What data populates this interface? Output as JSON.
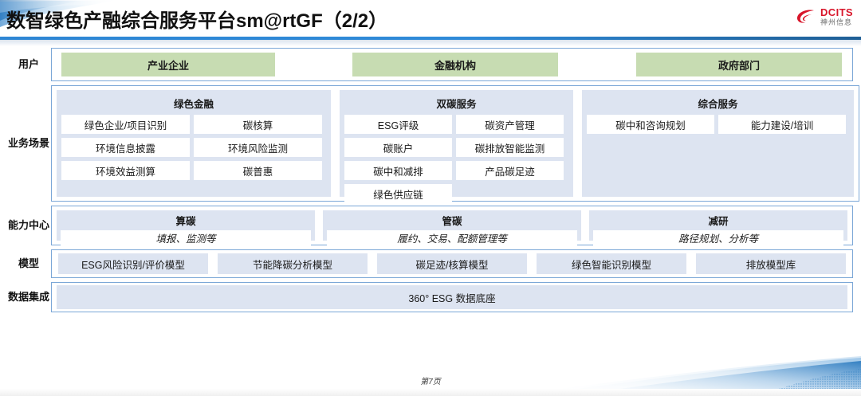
{
  "header": {
    "title": "数智绿色产融综合服务平台sm@rtGF（2/2）",
    "logo_en": "DCITS",
    "logo_cn": "神州信息"
  },
  "colors": {
    "accent_blue": "#2e86d4",
    "panel_blue": "#dde4f1",
    "user_green": "#c7dcb2",
    "border_blue": "#7ba7d7",
    "logo_red": "#d8152a"
  },
  "rows": {
    "user": {
      "label": "用户",
      "boxes": [
        "产业企业",
        "金融机构",
        "政府部门"
      ]
    },
    "scene": {
      "label": "业务场景",
      "groups": [
        {
          "title": "绿色金融",
          "items": [
            "绿色企业/项目识别",
            "碳核算",
            "环境信息披露",
            "环境风险监测",
            "环境效益测算",
            "碳普惠"
          ]
        },
        {
          "title": "双碳服务",
          "items": [
            "ESG评级",
            "碳资产管理",
            "碳账户",
            "碳排放智能监测",
            "碳中和减排",
            "产品碳足迹",
            "绿色供应链"
          ]
        },
        {
          "title": "综合服务",
          "items": [
            "碳中和咨询规划",
            "能力建设/培训"
          ]
        }
      ]
    },
    "capability": {
      "label": "能力中心",
      "items": [
        {
          "title": "算碳",
          "sub": "填报、监测等"
        },
        {
          "title": "管碳",
          "sub": "履约、交易、配额管理等"
        },
        {
          "title": "减研",
          "sub": "路径规划、分析等"
        }
      ]
    },
    "model": {
      "label": "模型",
      "items": [
        "ESG风险识别/评价模型",
        "节能降碳分析模型",
        "碳足迹/核算模型",
        "绿色智能识别模型",
        "排放模型库"
      ]
    },
    "data": {
      "label": "数据集成",
      "box": "360° ESG 数据底座"
    }
  },
  "footer": {
    "page": "第7页"
  }
}
